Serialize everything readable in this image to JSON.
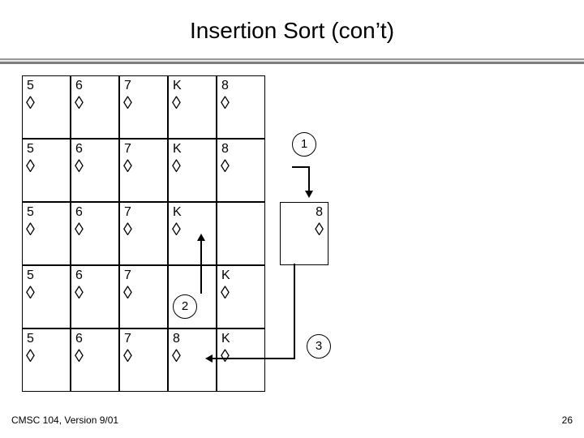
{
  "slide": {
    "title": "Insertion Sort (con’t)",
    "footer_left": "CMSC 104, Version 9/01",
    "page_number": "26",
    "accent_color": "#000000",
    "rule_colors": [
      "#9a9a9a",
      "#e8e8e8",
      "#7d7d7d"
    ]
  },
  "suit_glyph": "◊",
  "rows": [
    {
      "id": "row-1",
      "cards": [
        {
          "rank": "5",
          "blank": false,
          "align": "left"
        },
        {
          "rank": "6",
          "blank": false,
          "align": "left"
        },
        {
          "rank": "7",
          "blank": false,
          "align": "left"
        },
        {
          "rank": "K",
          "blank": false,
          "align": "left"
        },
        {
          "rank": "8",
          "blank": false,
          "align": "left"
        }
      ]
    },
    {
      "id": "row-2",
      "cards": [
        {
          "rank": "5",
          "blank": false,
          "align": "left"
        },
        {
          "rank": "6",
          "blank": false,
          "align": "left"
        },
        {
          "rank": "7",
          "blank": false,
          "align": "left"
        },
        {
          "rank": "K",
          "blank": false,
          "align": "left"
        },
        {
          "rank": "8",
          "blank": false,
          "align": "left"
        }
      ]
    },
    {
      "id": "row-3",
      "cards": [
        {
          "rank": "5",
          "blank": false,
          "align": "left"
        },
        {
          "rank": "6",
          "blank": false,
          "align": "left"
        },
        {
          "rank": "7",
          "blank": false,
          "align": "left"
        },
        {
          "rank": "K",
          "blank": false,
          "align": "left"
        },
        {
          "rank": "",
          "blank": true,
          "align": "left"
        },
        {
          "rank": "8",
          "blank": false,
          "align": "right"
        }
      ]
    },
    {
      "id": "row-4",
      "cards": [
        {
          "rank": "5",
          "blank": false,
          "align": "left"
        },
        {
          "rank": "6",
          "blank": false,
          "align": "left"
        },
        {
          "rank": "7",
          "blank": false,
          "align": "left"
        },
        {
          "rank": "",
          "blank": true,
          "align": "left"
        },
        {
          "rank": "K",
          "blank": false,
          "align": "left"
        }
      ]
    },
    {
      "id": "row-5",
      "cards": [
        {
          "rank": "5",
          "blank": false,
          "align": "left"
        },
        {
          "rank": "6",
          "blank": false,
          "align": "left"
        },
        {
          "rank": "7",
          "blank": false,
          "align": "left"
        },
        {
          "rank": "8",
          "blank": false,
          "align": "left"
        },
        {
          "rank": "K",
          "blank": false,
          "align": "left"
        }
      ]
    }
  ],
  "step_markers": [
    {
      "id": "step-1",
      "label": "1"
    },
    {
      "id": "step-2",
      "label": "2"
    },
    {
      "id": "step-3",
      "label": "3"
    }
  ]
}
